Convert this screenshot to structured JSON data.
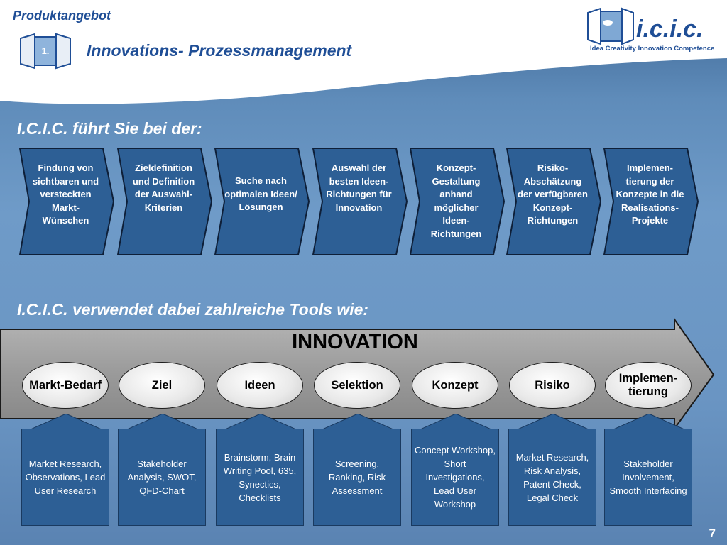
{
  "header": {
    "section": "Produktangebot",
    "section_number": "1.",
    "title": "Innovations- Prozessmanagement"
  },
  "logo": {
    "name": "i.c.i.c.",
    "tagline": "Idea Creativity Innovation Competence"
  },
  "section1": {
    "heading": "I.C.I.C. führt Sie bei der:",
    "steps": [
      "Findung von sichtbaren und versteckten Markt-Wünschen",
      "Zieldefinition und Definition der Auswahl-Kriterien",
      "Suche nach optimalen Ideen/ Lösungen",
      "Auswahl der besten Ideen-Richtungen für Innovation",
      "Konzept-Gestaltung anhand möglicher Ideen-Richtungen",
      "Risiko-Abschätzung der verfügbaren Konzept-Richtungen",
      "Implemen-tierung der Konzepte in die Realisations-Projekte"
    ]
  },
  "section2": {
    "heading": "I.C.I.C. verwendet dabei zahlreiche Tools wie:",
    "band_label": "INNOVATION",
    "phases": [
      "Markt-Bedarf",
      "Ziel",
      "Ideen",
      "Selektion",
      "Konzept",
      "Risiko",
      "Implemen-tierung"
    ],
    "tools": [
      "Market Research, Observations, Lead User Research",
      "Stakeholder Analysis, SWOT, QFD-Chart",
      "Brainstorm, Brain Writing Pool, 635, Synectics, Checklists",
      "Screening, Ranking, Risk Assessment",
      "Concept Workshop, Short Investigations, Lead User Workshop",
      "Market Research, Risk Analysis, Patent Check, Legal Check",
      "Stakeholder Involvement, Smooth Interfacing"
    ]
  },
  "footer": {
    "page_number": "7"
  },
  "colors": {
    "title_blue": "#1f4e96",
    "box_blue": "#2d5f95",
    "band_gray": "#9c9c9c"
  }
}
